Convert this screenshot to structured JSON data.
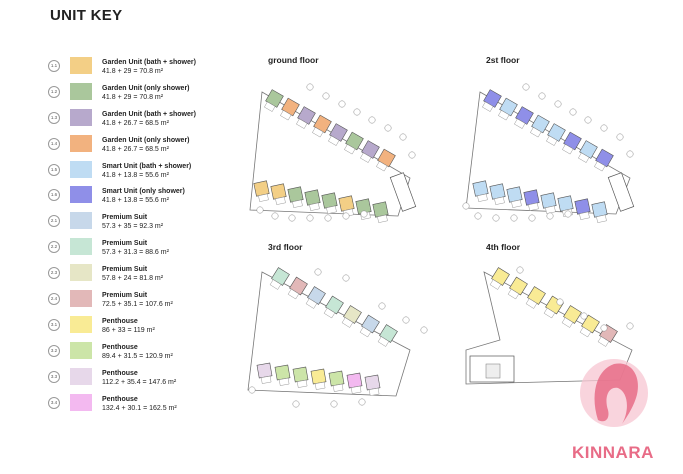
{
  "title": "UNIT KEY",
  "legend": [
    {
      "id": "1.1",
      "name": "Garden Unit (bath + shower)",
      "area": "41.8 + 29 = 70.8 m²",
      "color": "#f3cf86"
    },
    {
      "id": "1.2",
      "name": "Garden Unit (only shower)",
      "area": "41.8 + 29 = 70.8 m²",
      "color": "#aac79c"
    },
    {
      "id": "1.3",
      "name": "Garden Unit (bath + shower)",
      "area": "41.8 + 26.7 = 68.5 m²",
      "color": "#b7a9cc"
    },
    {
      "id": "1.4",
      "name": "Garden Unit (only shower)",
      "area": "41.8 + 26.7 = 68.5 m²",
      "color": "#f2b27f"
    },
    {
      "id": "1.5",
      "name": "Smart Unit (bath + shower)",
      "area": "41.8 + 13.8 = 55.6 m²",
      "color": "#bfdcf3"
    },
    {
      "id": "1.6",
      "name": "Smart Unit (only shower)",
      "area": "41.8 + 13.8 = 55.6 m²",
      "color": "#8f8fe8"
    },
    {
      "id": "2.1",
      "name": "Premium Suit",
      "area": "57.3 + 35 = 92.3 m²",
      "color": "#c7d8ea"
    },
    {
      "id": "2.2",
      "name": "Premium Suit",
      "area": "57.3 + 31.3 = 88.6 m²",
      "color": "#c6e6d5"
    },
    {
      "id": "2.3",
      "name": "Premium Suit",
      "area": "57.8 + 24 = 81.8 m²",
      "color": "#e6e6c6"
    },
    {
      "id": "2.4",
      "name": "Premium Suit",
      "area": "72.5 + 35.1 = 107.6 m²",
      "color": "#e2b8b8"
    },
    {
      "id": "3.1",
      "name": "Penthouse",
      "area": "86 + 33 = 119 m²",
      "color": "#f9eb95"
    },
    {
      "id": "3.2",
      "name": "Penthouse",
      "area": "89.4 + 31.5 = 120.9 m²",
      "color": "#cce5a8"
    },
    {
      "id": "3.3",
      "name": "Penthouse",
      "area": "112.2 + 35.4 = 147.6 m²",
      "color": "#e7d8ea"
    },
    {
      "id": "3.4",
      "name": "Penthouse",
      "area": "132.4 + 30.1 = 162.5 m²",
      "color": "#f3b9f0"
    }
  ],
  "floors": [
    "ground floor",
    "2st floor",
    "3rd floor",
    "4th floor"
  ],
  "brand": "KINNARA"
}
